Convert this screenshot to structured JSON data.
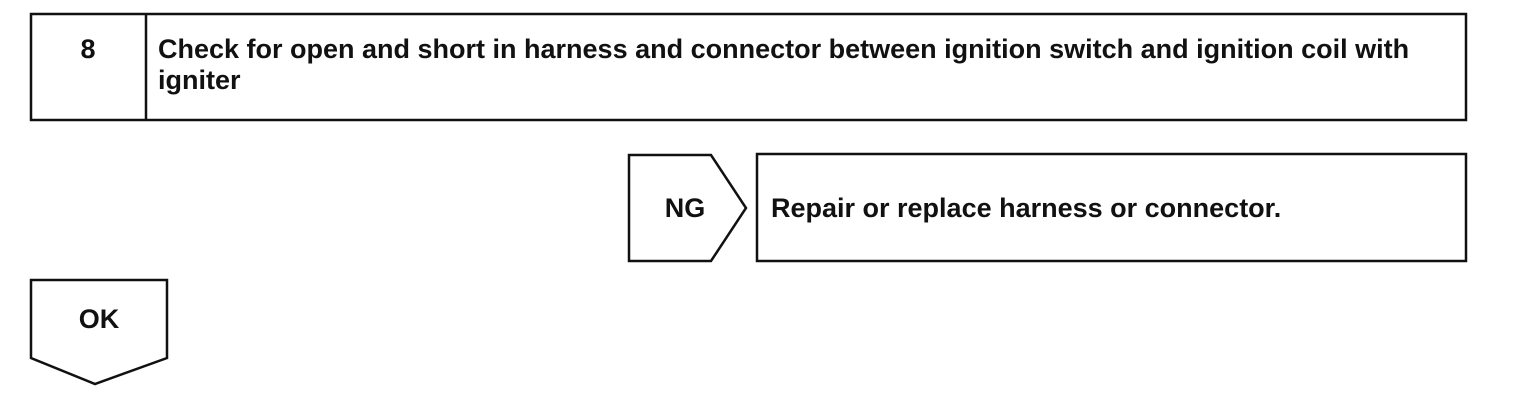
{
  "step": {
    "number": "8",
    "title": "Check for open and short in harness and connector between ignition switch and ignition coil with igniter"
  },
  "ng": {
    "label": "NG",
    "action": "Repair or replace harness or connector."
  },
  "ok": {
    "label": "OK"
  }
}
